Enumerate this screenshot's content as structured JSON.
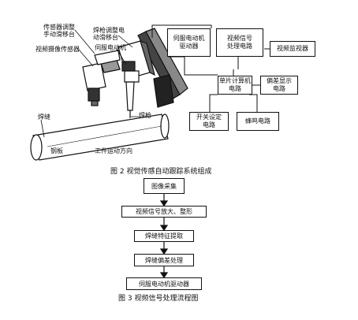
{
  "fig2": {
    "labels": {
      "sensor_adjust": "传感器调整\n手动滑移台",
      "video_sensor": "视频摄像传感器",
      "torch_adjust": "焊枪调整电\n动滑移台",
      "servo_motor": "伺服电动机",
      "torch": "焊枪",
      "seam": "焊缝",
      "weld_plate": "钢板",
      "workpiece_dir": "工件运动方向"
    },
    "boxes": {
      "servo_driver": "伺服电动机\n驱动器",
      "video_proc": "视频信号\n处理电路",
      "video_monitor": "视频监视器",
      "mcu": "单片计算机\n电路",
      "offset_display": "偏差显示\n电路",
      "switch_setting": "开关设定\n电路",
      "beep": "蜂鸣电路"
    },
    "caption": "图 2 视觉传感自动跟踪系统组成"
  },
  "fig3": {
    "steps": [
      "图像采集",
      "视频信号放大、整形",
      "焊缝特征提取",
      "焊缝偏差处理",
      "伺服电动机驱动器"
    ],
    "caption": "图 3 视频信号处理流程图"
  }
}
